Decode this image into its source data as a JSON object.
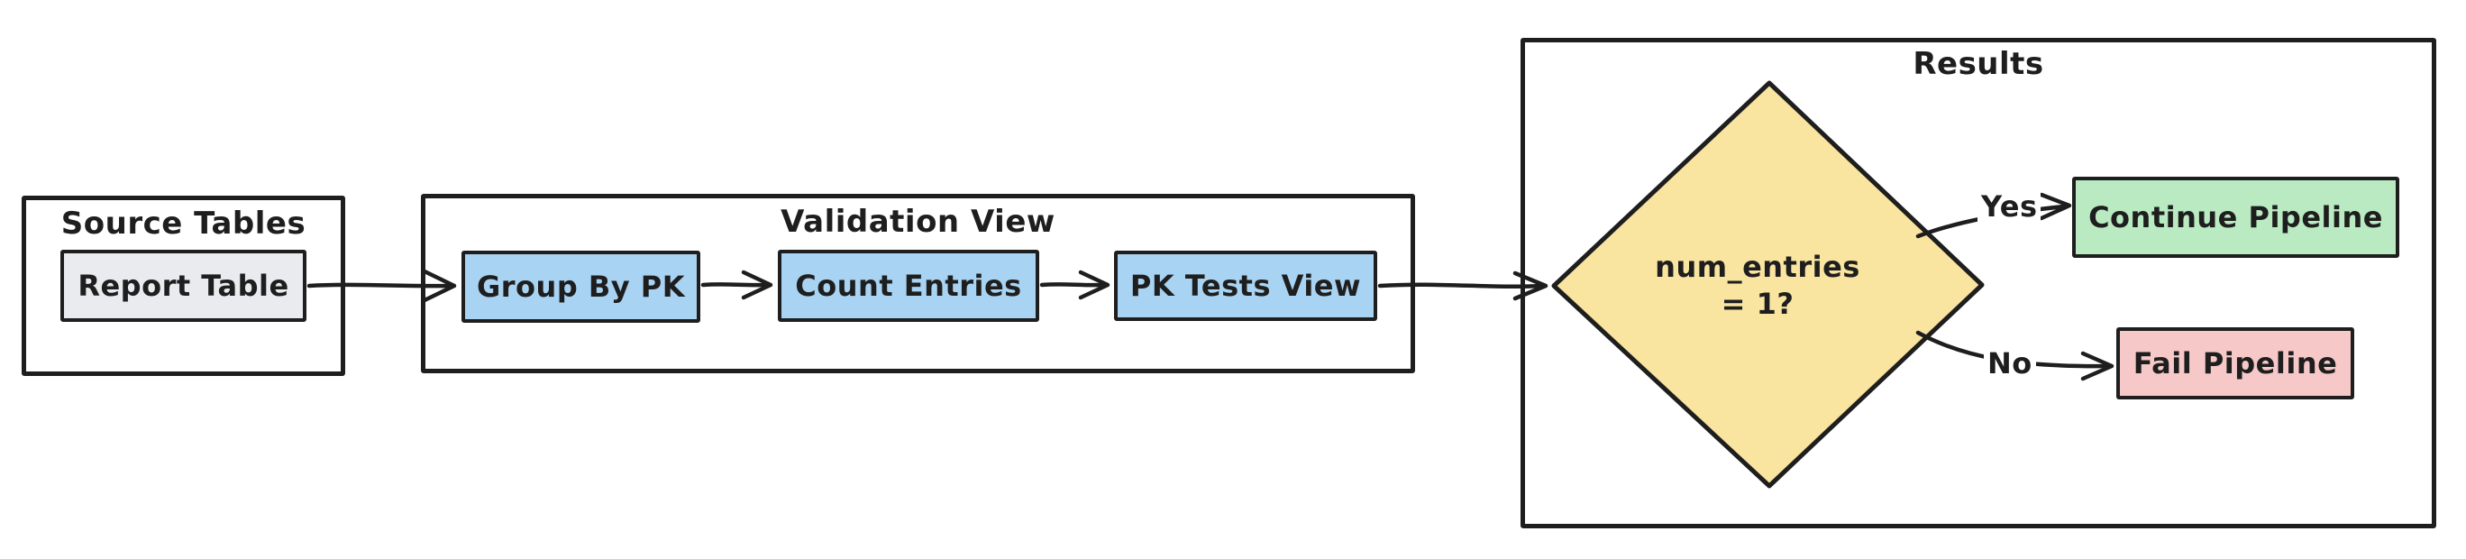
{
  "colors": {
    "stroke": "#1e1e1e",
    "background": "#ffffff",
    "node_gray": "#e9ebee",
    "node_blue": "#a8d3f2",
    "node_green": "#b9eac1",
    "node_red": "#f6c8c8",
    "decision_yellow": "#f9e4a0"
  },
  "containers": {
    "source": {
      "title": "Source Tables"
    },
    "validation": {
      "title": "Validation View"
    },
    "results": {
      "title": "Results"
    }
  },
  "nodes": {
    "report": {
      "label": "Report Table"
    },
    "group_by": {
      "label": "Group By PK"
    },
    "count": {
      "label": "Count Entries"
    },
    "pk_tests": {
      "label": "PK Tests View"
    },
    "decision": {
      "line1": "num_entries",
      "line2": "= 1?"
    },
    "continue": {
      "label": "Continue Pipeline"
    },
    "fail": {
      "label": "Fail Pipeline"
    }
  },
  "edges": {
    "yes": {
      "label": "Yes"
    },
    "no": {
      "label": "No"
    }
  }
}
